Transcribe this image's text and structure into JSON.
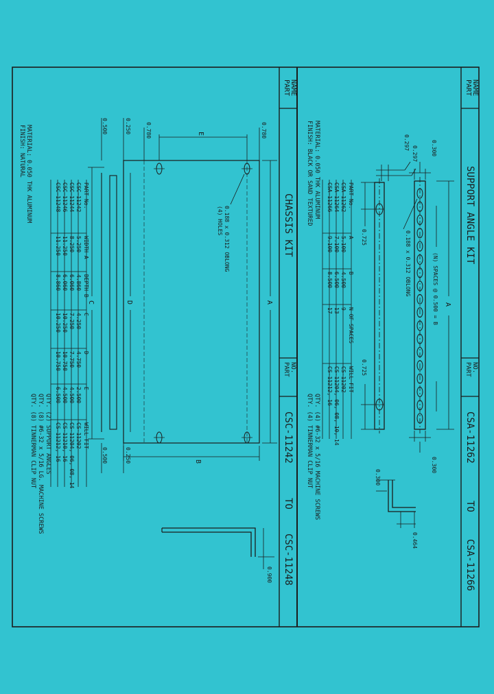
{
  "right_panel": {
    "title": "SUPPORT ANGLE KIT",
    "part_label_line1": "PART",
    "part_label_line2": "NAME",
    "part_no_label_line1": "PART",
    "part_no_label_line2": "NO.",
    "part_no_from": "CSA-11262",
    "to_word": "TO",
    "part_no_to": "CSA-11266",
    "dim_top": "0.300",
    "dim_bottom": "0.300",
    "dim_297": "0.297",
    "dim_097": "0.297",
    "dim_725_a": "0.725",
    "dim_725_b": "0.725",
    "dim_section_300": "0.300",
    "dim_section_464": "0.464",
    "label_A": "A",
    "spaces_note": "(N) SPACES @ 0.500 = B",
    "oblong_note": "0.188 x 0.312 OBLONG",
    "material_line1": "MATERIAL: 0.050 THK ALUMINUM",
    "material_line2": "FINISH: BLACK OR SAND TEXTURED",
    "table": {
      "headers": [
        "PART No.",
        "A",
        "B",
        "N OF SPACES",
        "WILL FIT"
      ],
      "rows": [
        [
          "CSA-11262",
          "5.100",
          "4.500",
          "9",
          "CS-11202"
        ],
        [
          "CSA-11264",
          "7.100",
          "6.500",
          "13",
          "CS-11204, 06, 08, 10, 14"
        ],
        [
          "CSA-11266",
          "9.100",
          "8.500",
          "17",
          "CS-11212, 16"
        ]
      ]
    },
    "qty_line1": "QTY. (4) #6-32 x 5/16 MACHINE SCREWS",
    "qty_line2": "QTY. (4) TINNERMAN CLIP NUT"
  },
  "left_panel": {
    "title": "CHASSIS KIT",
    "part_label_line1": "PART",
    "part_label_line2": "NAME",
    "part_no_label_line1": "PART",
    "part_no_label_line2": "NO.",
    "part_no_from": "CSC-11242",
    "to_word": "TO",
    "part_no_to": "CSC-11248",
    "dim_500_top": "0.500",
    "dim_250_top": "0.250",
    "dim_780_a": "0.780",
    "dim_780_b": "0.780",
    "dim_500_bottom": "0.500",
    "dim_250_bottom": "0.250",
    "dim_900": "0.900",
    "labels": {
      "A": "A",
      "B": "B",
      "C": "C",
      "D": "D",
      "E": "E"
    },
    "holes_note_line1": "0.188 x 0.312 OBLONG",
    "holes_note_line2": "(4) HOLES",
    "material_line1": "MATERIAL: 0.050 THK ALUMINUM",
    "material_line2": "FINISH: NATURAL",
    "table": {
      "headers": [
        "PART No.",
        "WIDTH A",
        "DEPTH B",
        "C",
        "D",
        "E",
        "WILL FIT"
      ],
      "rows": [
        [
          "CSC-11242",
          "5.250",
          "4.860",
          "4.250",
          "4.750",
          "2.500",
          "CS-11202"
        ],
        [
          "CSC-11244",
          "8.250",
          "6.060",
          "7.250",
          "7.750",
          "4.500",
          "CS-11204, 06, 08, 14"
        ],
        [
          "CSC-11246",
          "11.250",
          "6.060",
          "10.250",
          "10.750",
          "4.500",
          "CS-11210, 16"
        ],
        [
          "CSC-11248",
          "11.250",
          "8.860",
          "10.250",
          "10.750",
          "6.500",
          "CS-11212, 16"
        ]
      ]
    },
    "qty_line1": "QTY. (2) SUPPORT ANGLES",
    "qty_line2": "QTY. (8) #6-32 x 5/16 LG. MACHINE SCREWS",
    "qty_line3": "QTY. (8) TINNERMAN CLIP NUT"
  }
}
